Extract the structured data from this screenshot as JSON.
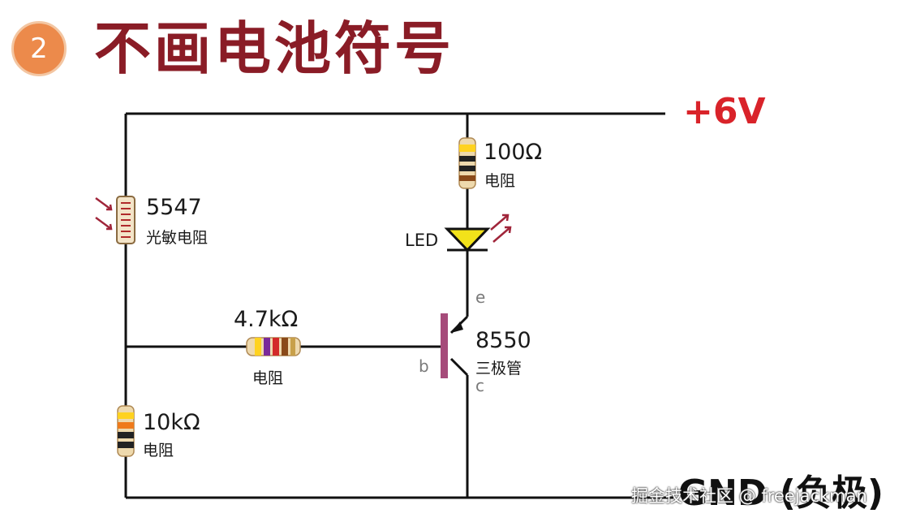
{
  "header": {
    "step_number": "2",
    "title": "不画电池符号"
  },
  "circuit": {
    "supply_label": "+6V",
    "ground_label": "GND (负极)",
    "ldr": {
      "value": "5547",
      "name": "光敏电阻"
    },
    "r_top": {
      "value": "100Ω",
      "name": "电阻"
    },
    "led": {
      "label": "LED",
      "color": "#f2e21a"
    },
    "r_base": {
      "value": "4.7kΩ",
      "name": "电阻"
    },
    "r_bottom": {
      "value": "10kΩ",
      "name": "电阻"
    },
    "transistor": {
      "model": "8550",
      "name": "三极管",
      "pin_e": "e",
      "pin_b": "b",
      "pin_c": "c",
      "color": "#a64b7a"
    },
    "accent_arrow_color": "#a0253a"
  },
  "watermark": "掘金技术社区 @ freejackman"
}
